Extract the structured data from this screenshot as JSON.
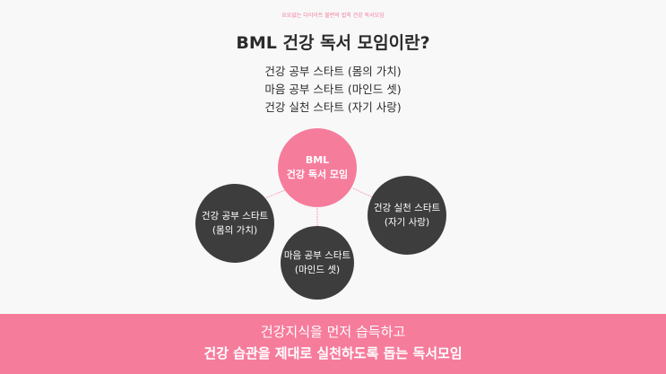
{
  "header": {
    "subtitle": "요요없는 다이어트 불변의 법칙 건강 독서모임",
    "title": "BML 건강 독서 모임이란?"
  },
  "intro_lines": [
    "건강 공부 스타트 (몸의 가치)",
    "마음 공부 스타트 (마인드 셋)",
    "건강 실천 스타트 (자기 사랑)"
  ],
  "diagram": {
    "center": {
      "line1": "BML",
      "line2": "건강 독서 모임"
    },
    "left": {
      "line1": "건강 공부 스타트",
      "line2": "(몸의 가치)"
    },
    "bottom": {
      "line1": "마음 공부 스타트",
      "line2": "(마인드 셋)"
    },
    "right": {
      "line1": "건강 실천 스타트",
      "line2": "(자기 사랑)"
    }
  },
  "banner": {
    "line1": "건강지식을 먼저 습득하고",
    "line2": "건강 습관을 제대로 실천하도록 돕는 독서모임"
  },
  "colors": {
    "accent": "#f67c9c",
    "dark": "#3d3d3d"
  }
}
